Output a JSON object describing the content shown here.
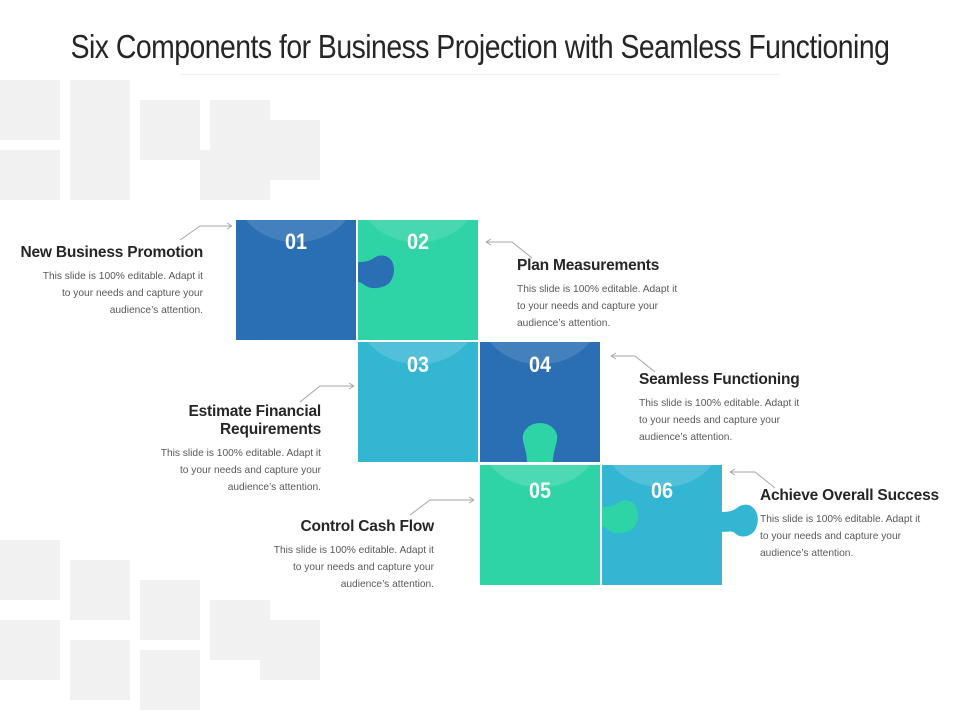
{
  "title": "Six Components for Business Projection with Seamless Functioning",
  "colors": {
    "dark_blue": "#2a6fb3",
    "teal_green": "#2ed3a6",
    "sky_blue": "#33b6d2",
    "text_dark": "#262626",
    "text_gray": "#595959"
  },
  "pieces": [
    {
      "number": "01",
      "color": "#2a6fb3"
    },
    {
      "number": "02",
      "color": "#2ed3a6"
    },
    {
      "number": "03",
      "color": "#33b6d2"
    },
    {
      "number": "04",
      "color": "#2a6fb3"
    },
    {
      "number": "05",
      "color": "#2ed3a6"
    },
    {
      "number": "06",
      "color": "#33b6d2"
    }
  ],
  "items": [
    {
      "heading": "New Business Promotion",
      "lines": [
        "This slide is 100% editable.  Adapt it",
        "to your needs and capture your",
        "audience’s attention."
      ]
    },
    {
      "heading": "Plan Measurements",
      "lines": [
        "This slide is 100% editable.  Adapt it",
        "to your needs and capture your",
        "audience’s attention."
      ]
    },
    {
      "heading": "Estimate Financial Requirements",
      "lines": [
        "This slide is 100% editable.  Adapt it",
        "to your needs and capture your",
        "audience’s attention."
      ]
    },
    {
      "heading": "Seamless Functioning",
      "lines": [
        "This slide is 100% editable.  Adapt it",
        "to your needs and capture your",
        "audience’s attention."
      ]
    },
    {
      "heading": "Control Cash Flow",
      "lines": [
        "This slide is 100% editable.  Adapt it",
        "to your needs and capture your",
        "audience’s attention."
      ]
    },
    {
      "heading": "Achieve Overall Success",
      "lines": [
        "This slide is 100% editable.  Adapt it",
        "to your needs and capture your",
        "audience’s attention."
      ]
    }
  ]
}
